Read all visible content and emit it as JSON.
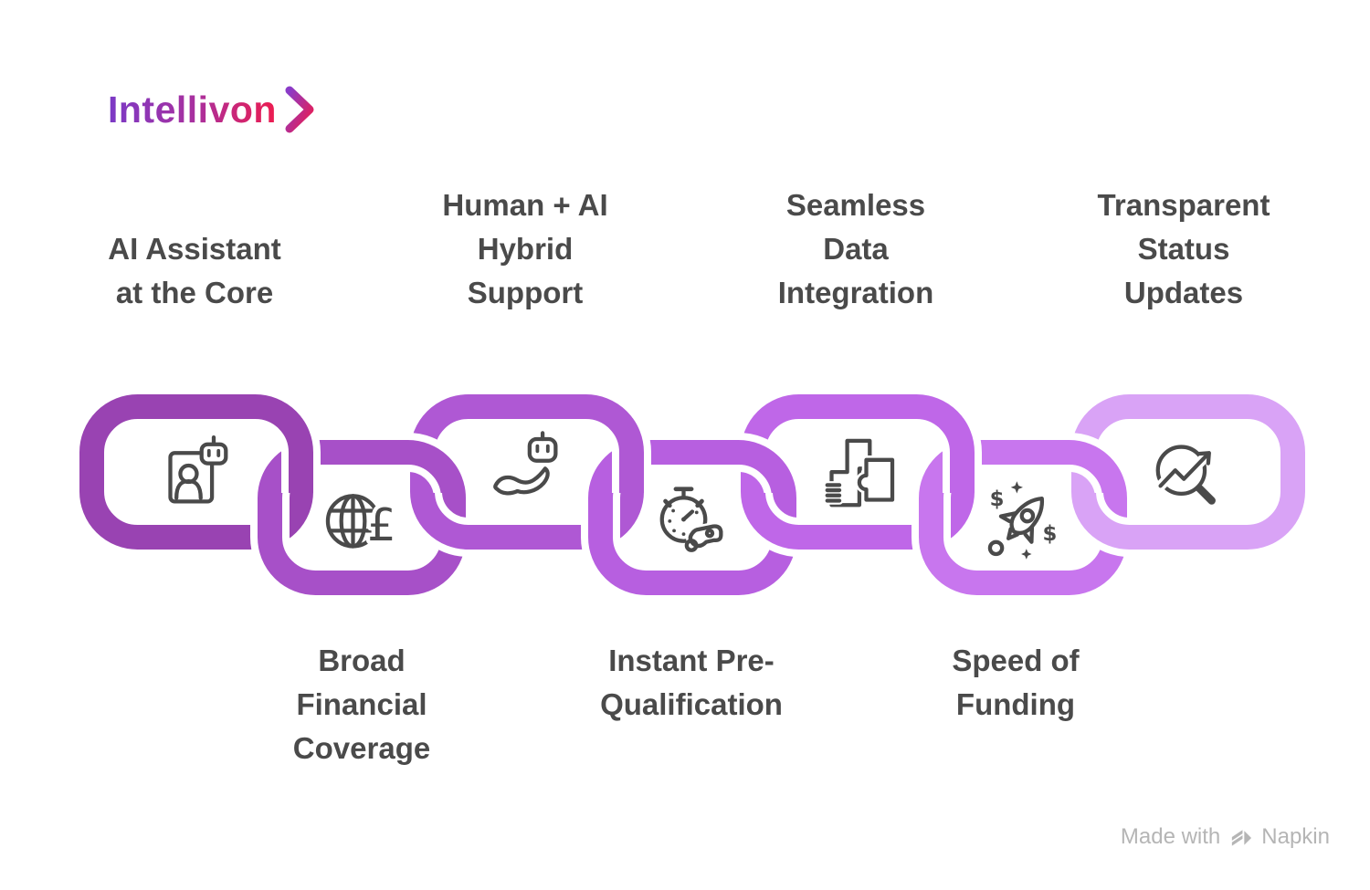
{
  "logo": {
    "text": "Intellivon",
    "chevron_icon": "chevron-right-icon",
    "gradient_start": "#7B3AC6",
    "gradient_end": "#ED1C4F"
  },
  "chain": {
    "icon_stroke_color": "#4A4A4A",
    "casing_color": "#FFFFFF",
    "label_color": "#4A4A4A",
    "links": [
      {
        "label": "AI Assistant\nat the Core",
        "label_position": "top",
        "icon": "ai-assistant-badge-icon",
        "color": "#9943B2"
      },
      {
        "label": "Broad\nFinancial\nCoverage",
        "label_position": "bottom",
        "icon": "globe-pound-icon",
        "color": "#A750C8"
      },
      {
        "label": "Human + AI\nHybrid\nSupport",
        "label_position": "top",
        "icon": "hand-robot-icon",
        "color": "#AF58D4"
      },
      {
        "label": "Instant Pre-\nQualification",
        "label_position": "bottom",
        "icon": "stopwatch-whistle-icon",
        "color": "#B75FE0"
      },
      {
        "label": "Seamless\nData\nIntegration",
        "label_position": "top",
        "icon": "data-puzzle-icon",
        "color": "#BF67E8"
      },
      {
        "label": "Speed of\nFunding",
        "label_position": "bottom",
        "icon": "rocket-dollar-icon",
        "color": "#C876EE"
      },
      {
        "label": "Transparent\nStatus\nUpdates",
        "label_position": "top",
        "icon": "chart-magnifier-icon",
        "color": "#D9A3F6"
      }
    ]
  },
  "footer": {
    "credit_prefix": "Made with",
    "brand": "Napkin",
    "icon": "napkin-logo-icon"
  }
}
